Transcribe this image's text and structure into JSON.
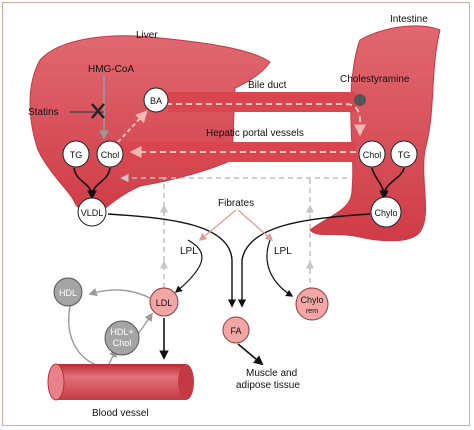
{
  "labels": {
    "liver": "Liver",
    "intestine": "Intestine",
    "hmg_coa": "HMG-CoA",
    "statins": "Statins",
    "bile_duct": "Bile duct",
    "cholestyramine": "Cholestyramine",
    "hepatic_portal_vessels": "Hepatic portal vessels",
    "fibrates": "Fibrates",
    "lpl_left": "LPL",
    "lpl_right": "LPL",
    "muscle_line1": "Muscle and",
    "muscle_line2": "adipose tissue",
    "blood_vessel": "Blood vessel"
  },
  "nodes": {
    "ba": "BA",
    "tg_liver": "TG",
    "chol_liver": "Chol",
    "vldl": "VLDL",
    "chol_intestine": "Chol",
    "tg_intestine": "TG",
    "chylo": "Chylo",
    "hdl": "HDL",
    "hdl_chol_line1": "HDL+",
    "hdl_chol_line2": "Chol",
    "ldl": "LDL",
    "fa": "FA",
    "chylo_rem_line1": "Chylo",
    "chylo_rem_line2": "rem"
  },
  "colors": {
    "organ": "#d9464f",
    "organ_light": "#e8818a",
    "pink_node": "#f3a6a6",
    "gray_node": "#a4a4a4",
    "dashed_gray": "#b3b3b3",
    "fibrate_arrow": "#e79a92",
    "frame": "#d7a9a3"
  }
}
